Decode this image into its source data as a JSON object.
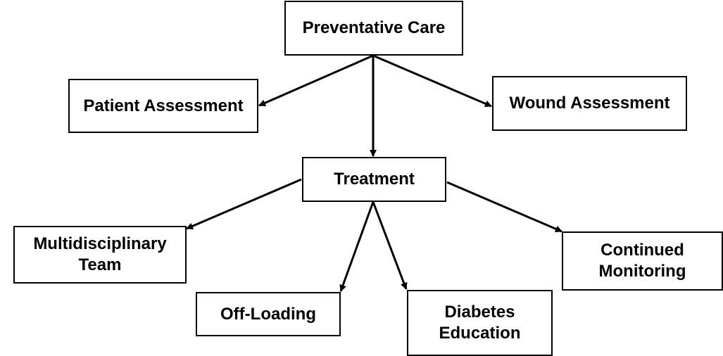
{
  "colors": {
    "stroke": "#000000",
    "fill": "#ffffff",
    "text": "#000000"
  },
  "nodes": {
    "preventative_care": {
      "lines": [
        "Preventative Care"
      ]
    },
    "patient_assessment": {
      "lines": [
        "Patient Assessment"
      ]
    },
    "wound_assessment": {
      "lines": [
        "Wound Assessment"
      ]
    },
    "treatment": {
      "lines": [
        "Treatment"
      ]
    },
    "multidisciplinary_team": {
      "lines": [
        "Multidisciplinary",
        "Team"
      ]
    },
    "off_loading": {
      "lines": [
        "Off-Loading"
      ]
    },
    "diabetes_education": {
      "lines": [
        "Diabetes",
        "Education"
      ]
    },
    "continued_monitoring": {
      "lines": [
        "Continued",
        "Monitoring"
      ]
    }
  },
  "edges": [
    {
      "from": "preventative_care",
      "to": "patient_assessment"
    },
    {
      "from": "preventative_care",
      "to": "wound_assessment"
    },
    {
      "from": "preventative_care",
      "to": "treatment"
    },
    {
      "from": "treatment",
      "to": "multidisciplinary_team"
    },
    {
      "from": "treatment",
      "to": "off_loading"
    },
    {
      "from": "treatment",
      "to": "diabetes_education"
    },
    {
      "from": "treatment",
      "to": "continued_monitoring"
    }
  ]
}
